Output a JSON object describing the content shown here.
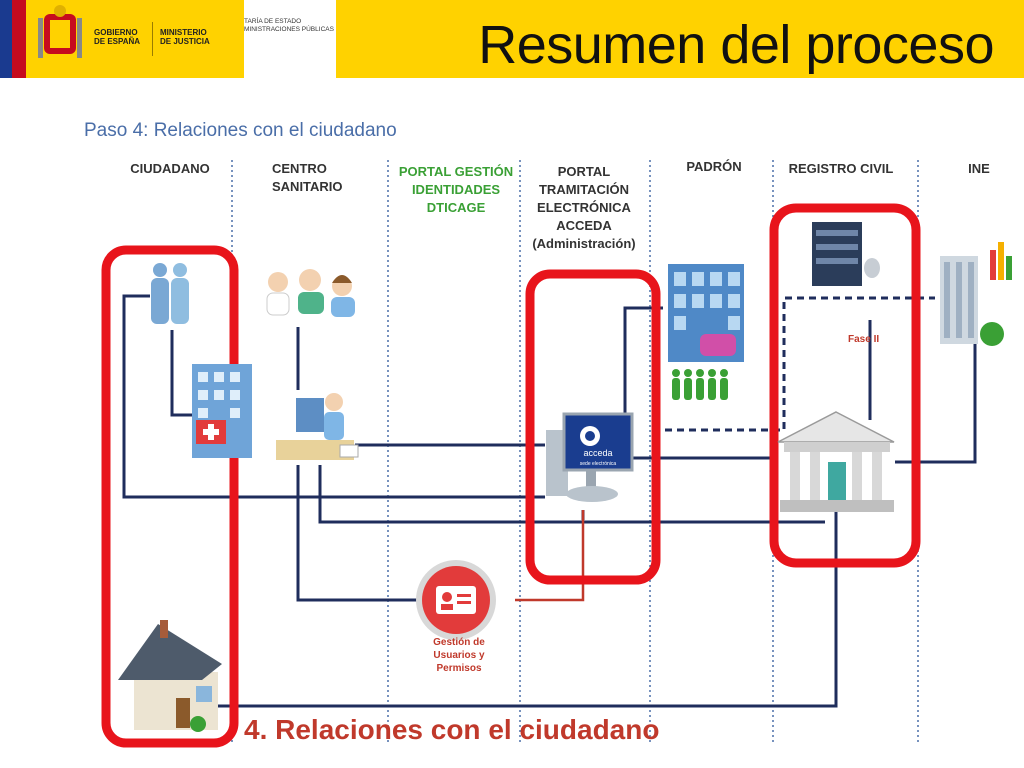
{
  "header": {
    "logo_lines_1": [
      "GOBIERNO",
      "DE ESPAÑA"
    ],
    "logo_lines_2": [
      "MINISTERIO",
      "DE JUSTICIA"
    ],
    "secretaria_lines": [
      "TARÍA DE ESTADO",
      "MINISTRACIONES PÚBLICAS"
    ],
    "title": "Resumen del proceso"
  },
  "subtitle": "Paso 4: Relaciones con el ciudadano",
  "columns": {
    "ciudadano": "CIUDADANO",
    "centro_sanitario": [
      "CENTRO",
      "SANITARIO"
    ],
    "portal_gestion": [
      "PORTAL GESTIÓN",
      "IDENTIDADES",
      "DTICAGE"
    ],
    "portal_tramitacion": [
      "PORTAL",
      "TRAMITACIÓN",
      "ELECTRÓNICA",
      "ACCEDA",
      "(Administración)"
    ],
    "padron": "PADRÓN",
    "registro_civil": "REGISTRO CIVIL",
    "ine": "INE"
  },
  "labels": {
    "gestion": [
      "Gestión de",
      "Usuarios y",
      "Permisos"
    ],
    "fase": "Fase II",
    "acceda": "acceda",
    "acceda_sub": "sede electrónica",
    "caption": "4. Relaciones con el ciudadano"
  },
  "colors": {
    "accent_yellow": "#ffd200",
    "highlight_red": "#e8141b",
    "line_navy": "#1f2d5c",
    "heading_green": "#3aa035"
  }
}
